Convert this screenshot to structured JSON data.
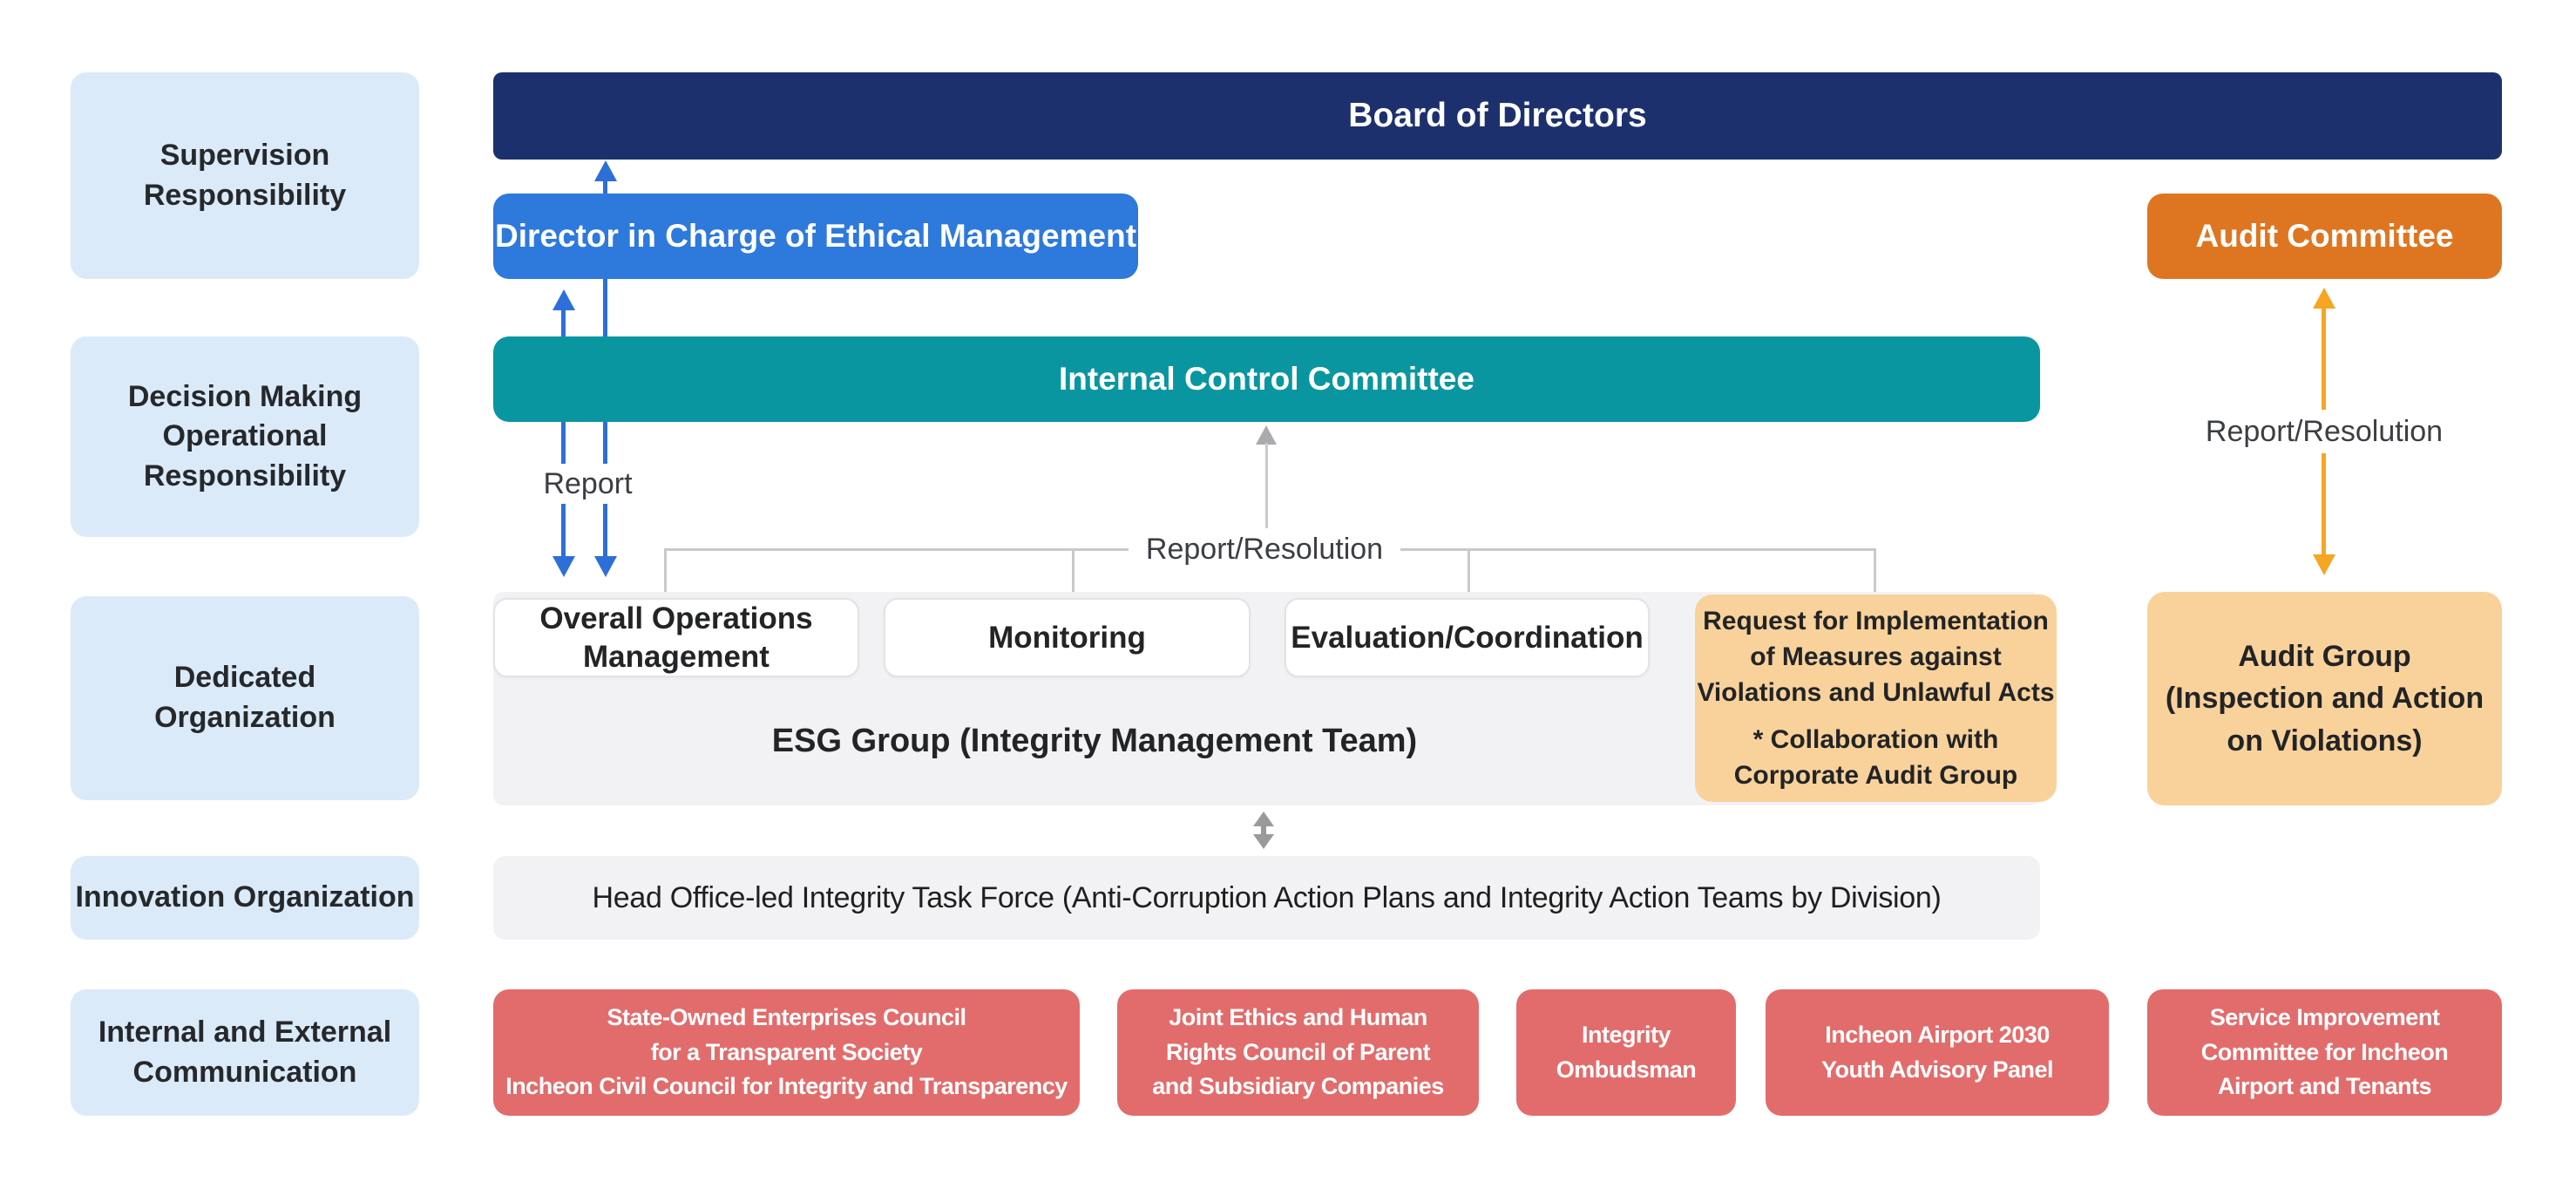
{
  "side_labels": [
    {
      "lines": [
        "Supervision",
        "Responsibility"
      ]
    },
    {
      "lines": [
        "Decision Making",
        "Operational",
        "Responsibility"
      ]
    },
    {
      "lines": [
        "Dedicated",
        "Organization"
      ]
    },
    {
      "lines": [
        "Innovation Organization"
      ]
    },
    {
      "lines": [
        "Internal and External",
        "Communication"
      ]
    }
  ],
  "nodes": {
    "board_of_directors": {
      "label": "Board of Directors"
    },
    "director_ethical_management": {
      "label": "Director in Charge of Ethical Management"
    },
    "audit_committee": {
      "label": "Audit Committee"
    },
    "internal_control_committee": {
      "label": "Internal Control Committee"
    },
    "overall_operations_management": {
      "lines": [
        "Overall Operations",
        "Management"
      ]
    },
    "monitoring": {
      "label": "Monitoring"
    },
    "evaluation_coordination": {
      "label": "Evaluation/Coordination"
    },
    "request_measures": {
      "lines": [
        "Request for Implementation",
        "of Measures against",
        "Violations and Unlawful Acts"
      ],
      "note_lines": [
        "* Collaboration with",
        "Corporate Audit Group"
      ]
    },
    "esg_group": {
      "label": "ESG Group (Integrity Management Team)"
    },
    "audit_group": {
      "lines": [
        "Audit Group",
        "(Inspection and Action",
        "on Violations)"
      ]
    },
    "task_force": {
      "label": "Head Office-led Integrity Task Force (Anti-Corruption Action Plans and Integrity Action Teams by Division)"
    }
  },
  "communication_boxes": [
    {
      "lines": [
        "State-Owned Enterprises Council",
        "for a Transparent Society",
        "Incheon Civil Council for Integrity and Transparency"
      ]
    },
    {
      "lines": [
        "Joint Ethics and Human",
        "Rights Council of Parent",
        "and Subsidiary Companies"
      ]
    },
    {
      "lines": [
        "Integrity",
        "Ombudsman"
      ]
    },
    {
      "lines": [
        "Incheon Airport 2030",
        "Youth Advisory Panel"
      ]
    },
    {
      "lines": [
        "Service Improvement",
        "Committee for Incheon",
        "Airport and Tenants"
      ]
    }
  ],
  "edge_labels": {
    "report": "Report",
    "report_resolution_center": "Report/Resolution",
    "report_resolution_right": "Report/Resolution"
  },
  "colors": {
    "board_navy": "#1D306E",
    "director_blue": "#2E79DC",
    "audit_orange": "#DE7621",
    "internal_teal": "#0A96A1",
    "side_label_blue": "#DBEAF9",
    "panel_gray": "#F2F2F4",
    "highlight_yellow": "#F9D29B",
    "communication_red": "#E26C6C",
    "arrow_blue": "#2D6FD8",
    "arrow_orange": "#F6A623",
    "connector_gray": "#C9C9CD"
  }
}
